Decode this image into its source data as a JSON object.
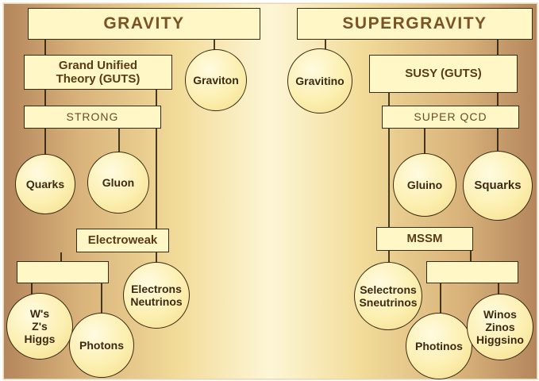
{
  "left": {
    "title": "GRAVITY",
    "guts": "Grand Unified\nTheory (GUTS)",
    "graviton": "Graviton",
    "strong": "STRONG",
    "quarks": "Quarks",
    "gluon": "Gluon",
    "electroweak": "Electroweak",
    "wzh": "W's\nZ's\nHiggs",
    "photons": "Photons",
    "electrons": "Electrons\nNeutrinos"
  },
  "right": {
    "title": "SUPERGRAVITY",
    "susy": "SUSY (GUTS)",
    "gravitino": "Gravitino",
    "superqcd": "SUPER QCD",
    "gluino": "Gluino",
    "squarks": "Squarks",
    "mssm": "MSSM",
    "selectrons": "Selectrons\nSneutrinos",
    "photinos": "Photinos",
    "winos": "Winos\nZinos\nHiggsino"
  },
  "colors": {
    "box_fill": "#fff8c6",
    "outline": "#3a2a14",
    "title_text": "#7a5224",
    "background_edge": "#b4865c",
    "background_center": "#fdf6d6"
  }
}
